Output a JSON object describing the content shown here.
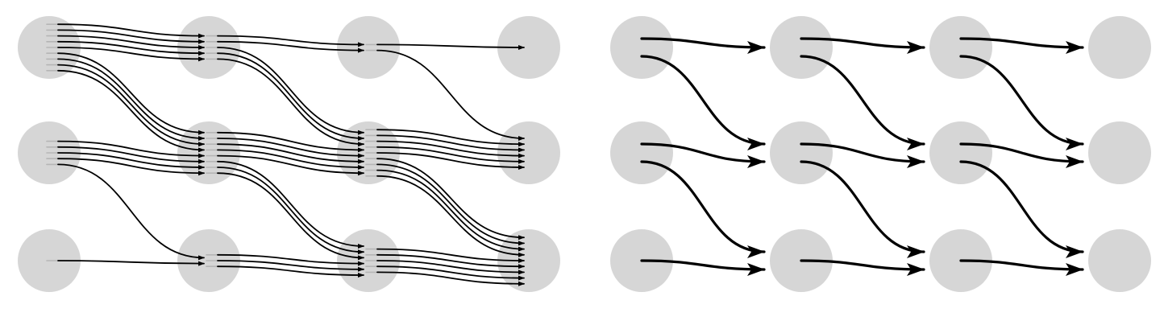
{
  "colors": {
    "background": "#ffffff",
    "node_fill": "#d6d6d6",
    "edge_stroke": "#000000",
    "edge_tail": "#b5b5b5"
  },
  "diagrams": [
    {
      "id": "left-multigraph",
      "columns": 4,
      "rows": 3,
      "edges": [
        {
          "from": [
            0,
            0
          ],
          "to": [
            1,
            0
          ],
          "count": 5
        },
        {
          "from": [
            0,
            0
          ],
          "to": [
            1,
            1
          ],
          "count": 4
        },
        {
          "from": [
            0,
            1
          ],
          "to": [
            1,
            1
          ],
          "count": 4
        },
        {
          "from": [
            0,
            1
          ],
          "to": [
            1,
            2
          ],
          "count": 1
        },
        {
          "from": [
            0,
            2
          ],
          "to": [
            1,
            2
          ],
          "count": 1
        },
        {
          "from": [
            1,
            0
          ],
          "to": [
            2,
            0
          ],
          "count": 2
        },
        {
          "from": [
            1,
            0
          ],
          "to": [
            2,
            1
          ],
          "count": 3
        },
        {
          "from": [
            1,
            1
          ],
          "to": [
            2,
            1
          ],
          "count": 5
        },
        {
          "from": [
            1,
            1
          ],
          "to": [
            2,
            2
          ],
          "count": 3
        },
        {
          "from": [
            1,
            2
          ],
          "to": [
            2,
            2
          ],
          "count": 3
        },
        {
          "from": [
            2,
            0
          ],
          "to": [
            3,
            0
          ],
          "count": 1
        },
        {
          "from": [
            2,
            0
          ],
          "to": [
            3,
            1
          ],
          "count": 1
        },
        {
          "from": [
            2,
            1
          ],
          "to": [
            3,
            1
          ],
          "count": 5
        },
        {
          "from": [
            2,
            1
          ],
          "to": [
            3,
            2
          ],
          "count": 4
        },
        {
          "from": [
            2,
            2
          ],
          "to": [
            3,
            2
          ],
          "count": 5
        }
      ]
    },
    {
      "id": "right-simple-graph",
      "columns": 4,
      "rows": 3,
      "edges": [
        {
          "from": [
            0,
            0
          ],
          "to": [
            1,
            0
          ],
          "count": 1
        },
        {
          "from": [
            0,
            0
          ],
          "to": [
            1,
            1
          ],
          "count": 1
        },
        {
          "from": [
            0,
            1
          ],
          "to": [
            1,
            1
          ],
          "count": 1
        },
        {
          "from": [
            0,
            1
          ],
          "to": [
            1,
            2
          ],
          "count": 1
        },
        {
          "from": [
            0,
            2
          ],
          "to": [
            1,
            2
          ],
          "count": 1
        },
        {
          "from": [
            1,
            0
          ],
          "to": [
            2,
            0
          ],
          "count": 1
        },
        {
          "from": [
            1,
            0
          ],
          "to": [
            2,
            1
          ],
          "count": 1
        },
        {
          "from": [
            1,
            1
          ],
          "to": [
            2,
            1
          ],
          "count": 1
        },
        {
          "from": [
            1,
            1
          ],
          "to": [
            2,
            2
          ],
          "count": 1
        },
        {
          "from": [
            1,
            2
          ],
          "to": [
            2,
            2
          ],
          "count": 1
        },
        {
          "from": [
            2,
            0
          ],
          "to": [
            3,
            0
          ],
          "count": 1
        },
        {
          "from": [
            2,
            0
          ],
          "to": [
            3,
            1
          ],
          "count": 1
        },
        {
          "from": [
            2,
            1
          ],
          "to": [
            3,
            1
          ],
          "count": 1
        },
        {
          "from": [
            2,
            1
          ],
          "to": [
            3,
            2
          ],
          "count": 1
        },
        {
          "from": [
            2,
            2
          ],
          "to": [
            3,
            2
          ],
          "count": 1
        }
      ]
    }
  ]
}
